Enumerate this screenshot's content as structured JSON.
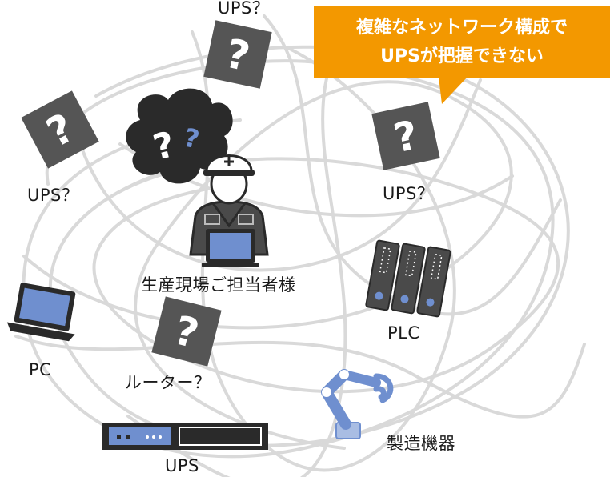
{
  "callout": {
    "line1": "複雑なネットワーク構成で",
    "line2": "UPSが把握できない",
    "color": "#f39800"
  },
  "labels": {
    "ups_top": "UPS？",
    "ups_left": "UPS？",
    "ups_right": "UPS？",
    "operator": "生産現場ご担当者様",
    "pc": "PC",
    "router": "ルーター？",
    "plc": "PLC",
    "ups_bottom": "UPS",
    "machine": "製造機器"
  },
  "icons": {
    "question_box": "question-mark-box-icon",
    "thought_cloud": "confused-thought-cloud-icon",
    "worker": "worker-with-helmet-icon",
    "laptop": "laptop-icon",
    "plc": "plc-server-rack-icon",
    "ups_device": "ups-device-icon",
    "robot_arm": "robot-arm-icon"
  },
  "colors": {
    "question_box": "#555555",
    "tangle_lines": "#d9d9d9",
    "accent_blue": "#6f8fcf",
    "dark": "#2a2a2a"
  }
}
